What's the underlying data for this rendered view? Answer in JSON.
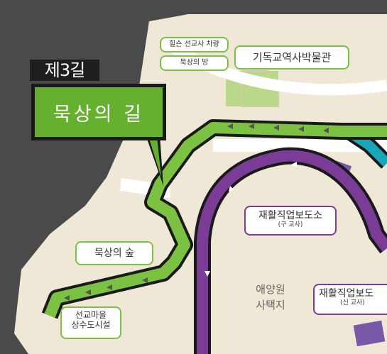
{
  "route_tag": "제3길",
  "route_title": "묵상의 길",
  "labels": {
    "ashes_chapel": "힐슨 선교사 차량",
    "meditation_room": "묵상의 방",
    "christian_museum": "기독교역사박물관",
    "meditation_forest": "묵상의 숲",
    "missionary_village": "선교마을",
    "water_facility": "상수도시설",
    "rehab_1": "재활직업보도소",
    "rehab_1_sub": "(구 교사)",
    "rehab_2": "재활직업보도",
    "rehab_2_sub": "(신 교사)",
    "aeyangwon_line1": "애양원",
    "aeyangwon_line2": "사택지"
  },
  "colors": {
    "green_route": "#7cc242",
    "purple_route": "#7a3c96",
    "teal_route": "#1aa6b7",
    "label_green": "#66b030",
    "background": "#4a4a4a"
  }
}
